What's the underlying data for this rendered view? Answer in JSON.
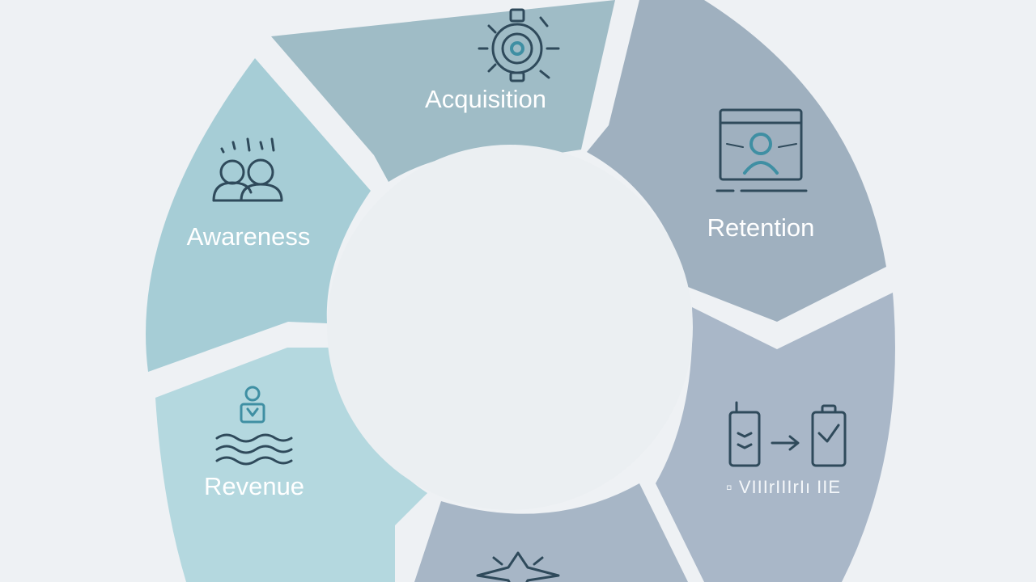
{
  "diagram": {
    "segments": [
      {
        "id": "acquisition",
        "label": "Acquisition",
        "icon": "camera-lens-icon",
        "color": "#9fbcc6"
      },
      {
        "id": "retention",
        "label": "Retention",
        "icon": "video-profile-icon",
        "color": "#9fb0bf"
      },
      {
        "id": "activation",
        "label": "▫ VIIIrIIIrIı IIE",
        "icon": "phone-to-battery-icon",
        "color": "#a9b7c8"
      },
      {
        "id": "referral",
        "label": "",
        "icon": "star-icon",
        "color": "#a7b6c6"
      },
      {
        "id": "revenue",
        "label": "Revenue",
        "icon": "person-waves-icon",
        "color": "#b4d8df"
      },
      {
        "id": "awareness",
        "label": "Awareness",
        "icon": "people-group-icon",
        "color": "#a6cdd6"
      }
    ],
    "colors": {
      "background": "#eef1f4",
      "center": "#ebeff2",
      "icon_dark": "#2f4a5b",
      "icon_accent": "#3f8fa3"
    }
  }
}
